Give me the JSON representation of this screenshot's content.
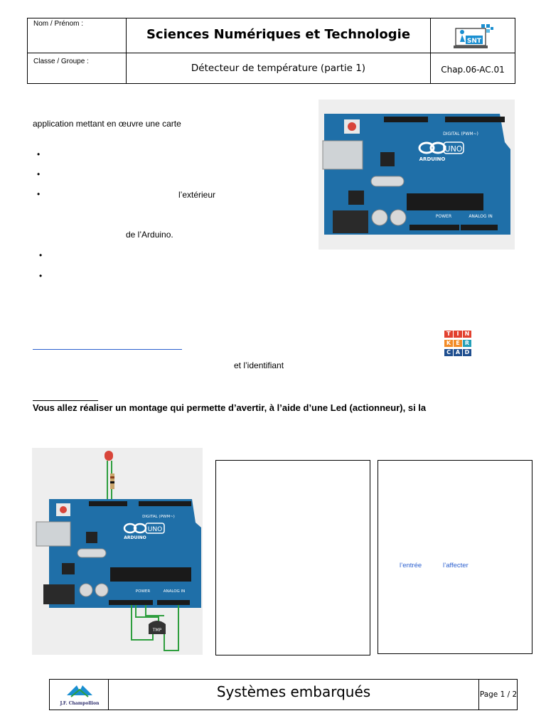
{
  "header": {
    "name_label": "Nom / Prénom :",
    "class_label": "Classe / Groupe :",
    "course_title": "Sciences Numériques et Technologie",
    "activity_title": "Détecteur de température (partie 1)",
    "chapter_code": "Chap.06-AC.01",
    "logo_text": "SNT"
  },
  "intro": {
    "line1": "application mettant en œuvre une carte",
    "bullet3_text": "l’extérieur",
    "line_arduino": "de l’Arduino."
  },
  "arduino_board": {
    "brand": "ARDUINO",
    "model": "UNO",
    "digital_label": "DIGITAL (PWM~)",
    "power_label": "POWER",
    "analog_label": "ANALOG IN"
  },
  "tinkercad": {
    "letters": [
      "T",
      "I",
      "N",
      "K",
      "E",
      "R",
      "C",
      "A",
      "D"
    ],
    "identifier_text": "et l’identifiant"
  },
  "task": {
    "text": "Vous allez réaliser un montage qui permette d’avertir, à l’aide d’une Led (actionneur), si la"
  },
  "circuit": {
    "sensor_label": "TMP"
  },
  "blocks_frame": {
    "entree_label": "l’entrée",
    "affecter_label": "l’affecter"
  },
  "footer": {
    "title": "Systèmes embarqués",
    "page": "Page 1 / 2",
    "school": "J.F. Champollion"
  },
  "colors": {
    "arduino_blue": "#1f6fa8",
    "link_blue": "#2a5fcf",
    "tinker_red": "#e2412f",
    "tinker_orange": "#f28c28",
    "tinker_teal": "#24a0b8",
    "tinker_blue": "#1f4f8f"
  }
}
